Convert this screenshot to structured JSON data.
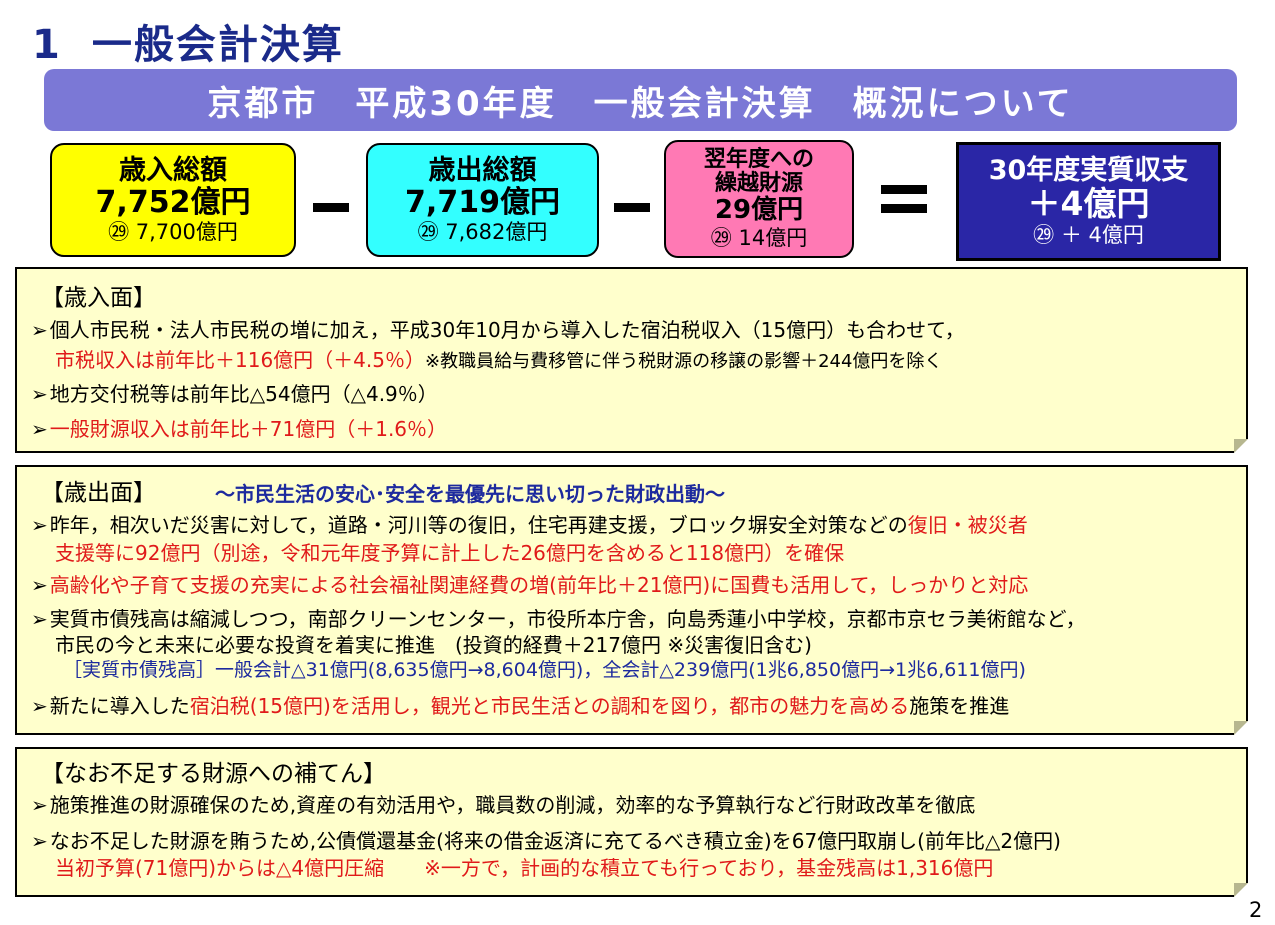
{
  "page_title": {
    "num": "1",
    "text": "一般会計決算"
  },
  "banner": "京都市　平成30年度　一般会計決算　概況について",
  "summary": {
    "revenue": {
      "label": "歳入総額",
      "amount": "7,752億円",
      "prev": "㉙ 7,700億円"
    },
    "op1": "－",
    "expenditure": {
      "label": "歳出総額",
      "amount": "7,719億円",
      "prev": "㉙ 7,682億円"
    },
    "op2": "－",
    "carryover": {
      "label1": "翌年度への",
      "label2": "繰越財源",
      "amount": "29億円",
      "prev": "㉙ 14億円"
    },
    "op3": "＝",
    "balance": {
      "label": "30年度実質収支",
      "amount": "＋4億円",
      "prev": "㉙ ＋ 4億円"
    }
  },
  "revenue_panel": {
    "heading": "【歳入面】",
    "bullet": "➢",
    "line1": "個人市民税・法人市民税の増に加え，平成30年10月から導入した宿泊税収入（15億円）も合わせて，",
    "line2_red": "市税収入は前年比＋116億円（＋4.5％）",
    "line2_note": "※教職員給与費移管に伴う税財源の移譲の影響＋244億円を除く",
    "line3": "地方交付税等は前年比△54億円（△4.9％）",
    "line4_red": "一般財源収入は前年比＋71億円（＋1.6％）"
  },
  "expenditure_panel": {
    "heading": "【歳出面】",
    "subtitle": "～市民生活の安心･安全を最優先に思い切った財政出動～",
    "line1_a": "昨年，相次いだ災害に対して，道路・河川等の復旧，住宅再建支援，ブロック塀安全対策などの",
    "line1_red": "復旧・被災者",
    "line2_red_a": "支援等に92億円",
    "line2_b": "（別途，令和元年度予算に計上した26億円を含めると118億円）を確保",
    "line3_red": "高齢化や子育て支援の充実による社会福祉関連経費の増(前年比＋21億円)に国費も活用して，しっかりと対応",
    "line4": "実質市債残高は縮減しつつ，南部クリーンセンター，市役所本庁舎，向島秀蓮小中学校，京都市京セラ美術館など，",
    "line5": "市民の今と未来に必要な投資を着実に推進　(投資的経費＋217億円 ※災害復旧含む)",
    "line6_blue": "［実質市債残高］一般会計△31億円(8,635億円→8,604億円)，全会計△239億円(1兆6,850億円→1兆6,611億円)",
    "line7_a": "新たに導入した",
    "line7_red": "宿泊税(15億円)を活用し，観光と市民生活との調和を図り，都市の魅力を高める",
    "line7_b": "施策を推進"
  },
  "shortfall_panel": {
    "heading": "【なお不足する財源への補てん】",
    "line1": "施策推進の財源確保のため,資産の有効活用や，職員数の削減，効率的な予算執行など行財政改革を徹底",
    "line2": "なお不足した財源を賄うため,公債償還基金(将来の借金返済に充てるべき積立金)を67億円取崩し(前年比△2億円)",
    "line3_red": "当初予算(71億円)からは△4億円圧縮　　※一方で，計画的な積立ても行っており，基金残高は1,316億円"
  },
  "page_number": "2",
  "colors": {
    "title": "#1a2a8a",
    "banner": "#7b78d6",
    "revenue_box": "#ffff00",
    "expenditure_box": "#33ffff",
    "carryover_box": "#ff79b4",
    "balance_box": "#2a26a6",
    "panel": "#ffffcc",
    "highlight_red": "#e01a1a",
    "highlight_blue": "#1d2a9e"
  }
}
